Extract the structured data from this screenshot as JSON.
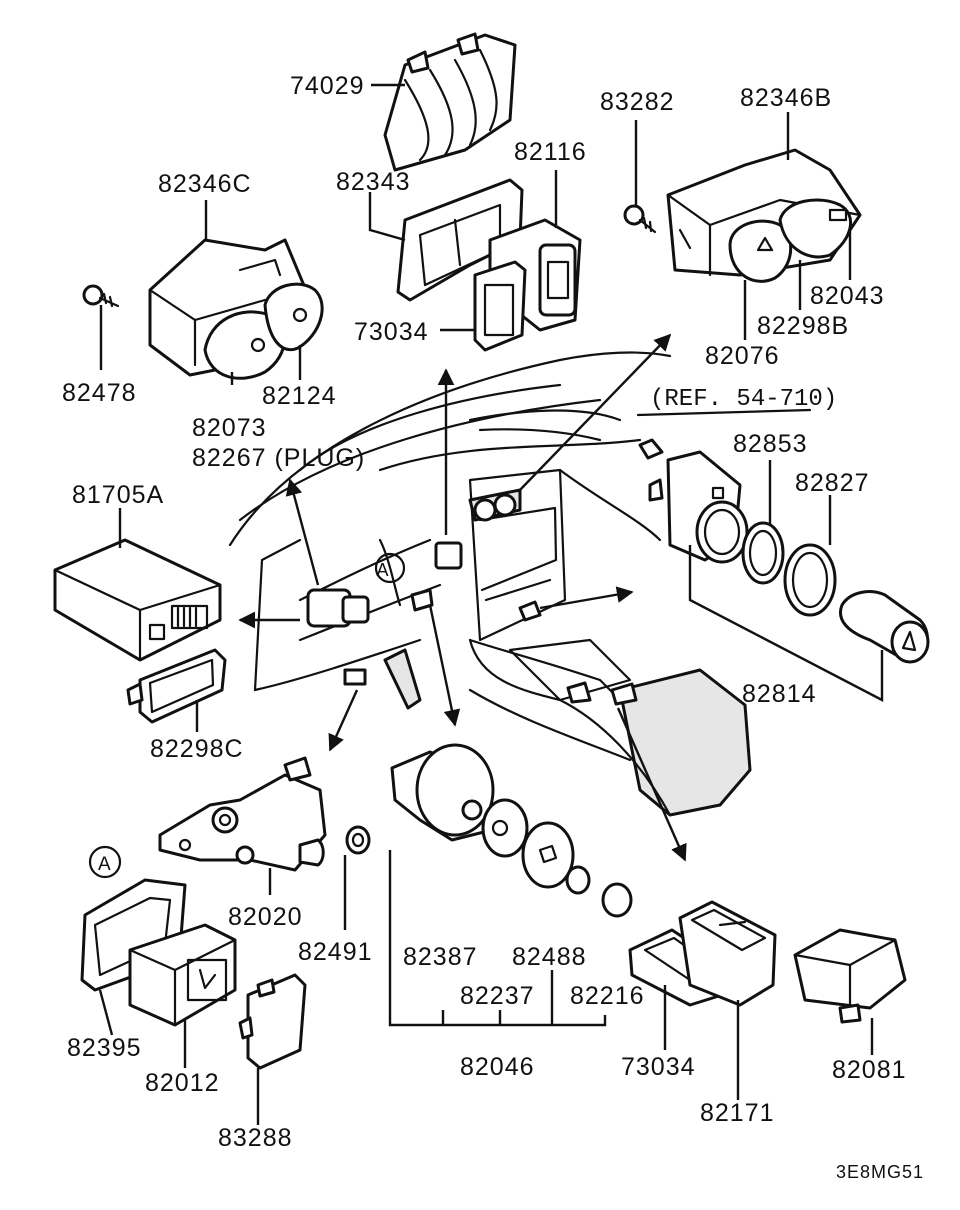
{
  "labels": {
    "p74029": "74029",
    "p82343": "82343",
    "p82116": "82116",
    "p73034a": "73034",
    "p82346C": "82346C",
    "p82478": "82478",
    "p82073": "82073",
    "p82124": "82124",
    "p82267": "82267 (PLUG)",
    "p83282": "83282",
    "p82346B": "82346B",
    "p82043": "82043",
    "p82298B": "82298B",
    "p82076": "82076",
    "ref": "(REF. 54-710)",
    "p82853": "82853",
    "p82827": "82827",
    "p82814": "82814",
    "p81705A": "81705A",
    "p82298C": "82298C",
    "markerA1": "A",
    "markerA2": "A",
    "p82020": "82020",
    "p82491": "82491",
    "p82395": "82395",
    "p82012": "82012",
    "p83288": "83288",
    "p82387": "82387",
    "p82237": "82237",
    "p82488": "82488",
    "p82216": "82216",
    "p82046": "82046",
    "p73034b": "73034",
    "p82171": "82171",
    "p82081": "82081",
    "code": "3E8MG51"
  }
}
